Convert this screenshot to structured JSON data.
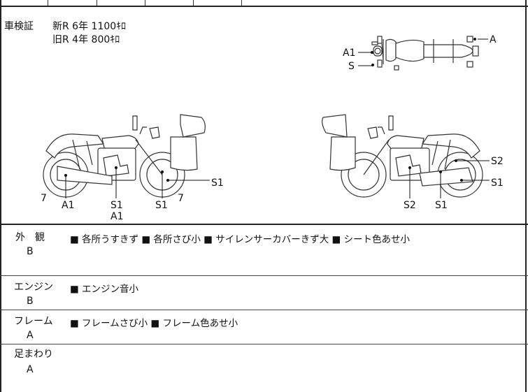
{
  "inspection": {
    "label": "車検証",
    "new_line": "新R  6年    1100ｷﾛ",
    "old_line": "旧R  4年      800ｷﾛ"
  },
  "diagram_marks": {
    "top_view": [
      "A1",
      "S",
      "A"
    ],
    "left_view": [
      "7",
      "A1",
      "S1",
      "A1",
      "S1",
      "7",
      "S1"
    ],
    "right_view": [
      "S2",
      "S1",
      "S2",
      "S1"
    ]
  },
  "sections": [
    {
      "title": "外　観",
      "grade": "B",
      "notes": "■ 各所うすきず ■ 各所さび小 ■ サイレンサーカバーきず大 ■ シート色あせ小"
    },
    {
      "title": "エンジン",
      "grade": "B",
      "notes": "■ エンジン音小"
    },
    {
      "title": "フレーム",
      "grade": "A",
      "notes": "■ フレームさび小 ■ フレーム色あせ小"
    },
    {
      "title": "足まわり",
      "grade": "A",
      "notes": ""
    }
  ],
  "colors": {
    "line": "#222222",
    "text": "#111111",
    "background": "#ffffff"
  }
}
